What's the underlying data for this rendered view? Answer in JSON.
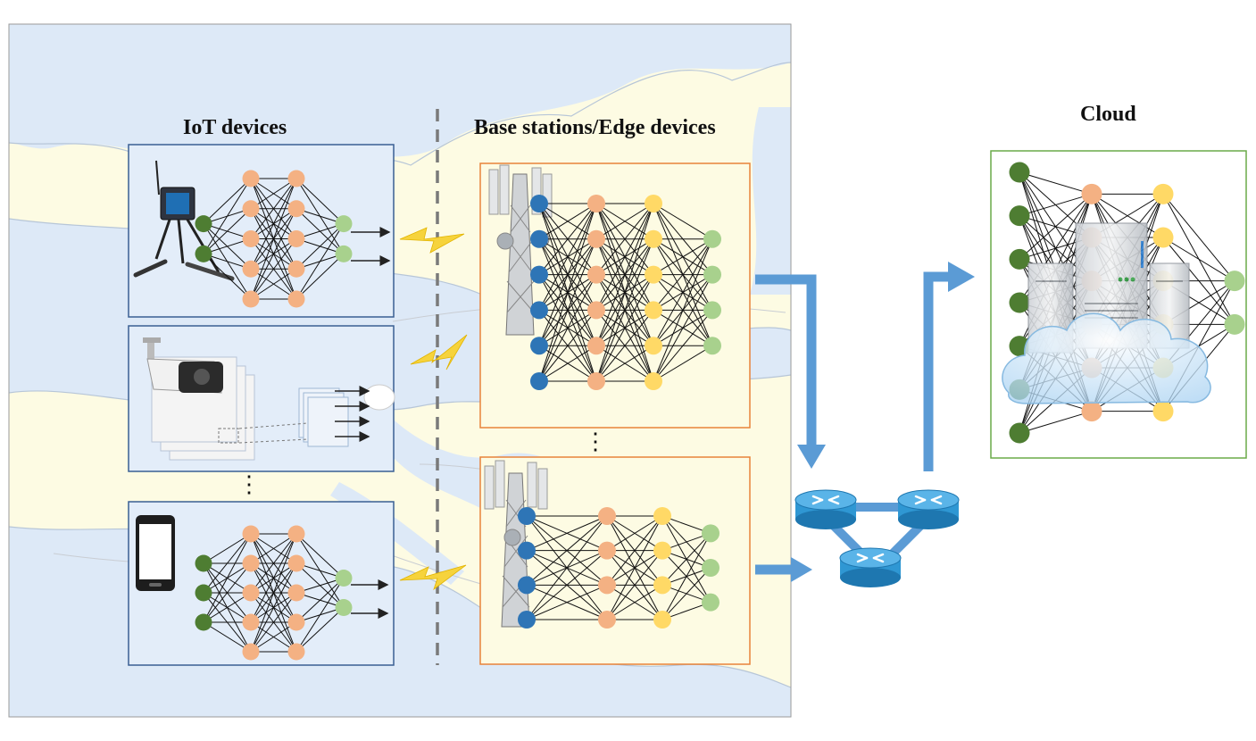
{
  "labels": {
    "iot": "IoT devices",
    "edge": "Base stations/Edge devices",
    "cloud": "Cloud"
  },
  "ellipsis": "⋮",
  "colors": {
    "map_land": "#fdfbe3",
    "map_water": "#dde9f7",
    "iot_border": "#3a5f93",
    "edge_border": "#e8833a",
    "cloud_border": "#6aaa48",
    "node_dark_green": "#4e7d32",
    "node_light_green": "#a8d18d",
    "node_orange": "#f4b183",
    "node_yellow": "#ffd966",
    "node_blue": "#2e75b6",
    "arrow_blue": "#5b9bd5",
    "router_blue": "#2f97d3",
    "bolt_yellow": "#f6d33c"
  },
  "networks": {
    "iot_sensor": [
      2,
      5,
      5,
      2
    ],
    "iot_phone": [
      3,
      5,
      5,
      2
    ],
    "edge_top": [
      6,
      6,
      6,
      4
    ],
    "edge_bottom": [
      4,
      4,
      4,
      3
    ],
    "cloud": [
      7,
      6,
      6,
      2
    ]
  }
}
